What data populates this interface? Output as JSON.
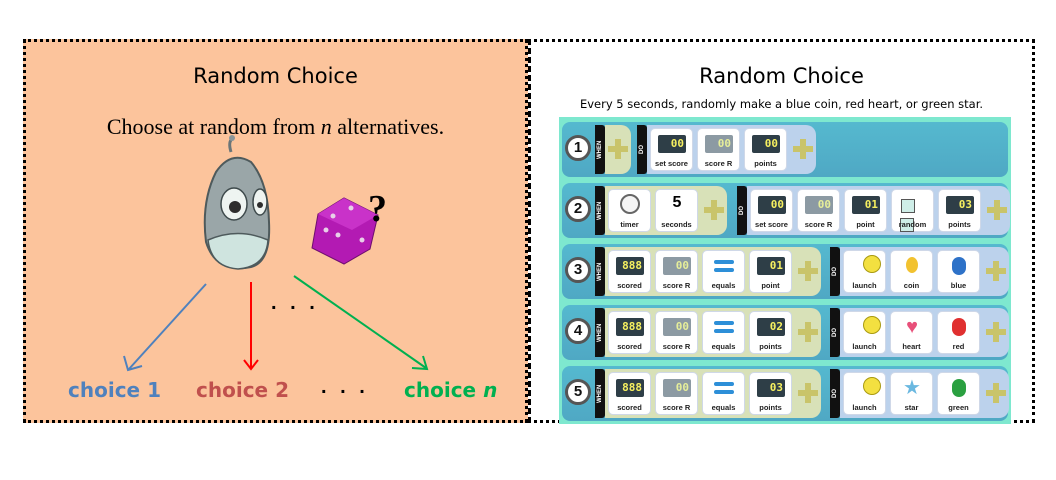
{
  "left": {
    "title": "Random Choice",
    "subtitle_pre": "Choose at random  from ",
    "subtitle_var": "n",
    "subtitle_post": " alternatives.",
    "question_mark": "?",
    "ellipsis_mid": ". . .",
    "ellipsis_bottom": ". . .",
    "choices": [
      {
        "label": "choice 1",
        "color": "#4f81bd"
      },
      {
        "label": "choice 2",
        "color": "#c0504d"
      },
      {
        "label_pre": "choice ",
        "label_var": "n",
        "color": "#00b050"
      }
    ],
    "arrow_colors": {
      "blue": "#4f81bd",
      "red": "#ff0000",
      "green": "#00b050"
    },
    "icons": [
      "robot-icon",
      "dice-icon"
    ]
  },
  "right": {
    "title": "Random Choice",
    "subtitle": "Every 5 seconds, randomly make a blue coin, red heart, or green star.",
    "when_tag": "WHEN",
    "do_tag": "DO",
    "rules": [
      {
        "num": "1",
        "when": [],
        "do": [
          {
            "label": "set score",
            "icon": "set-score-icon",
            "lcd": "00"
          },
          {
            "label": "score R",
            "icon": "score-r-icon",
            "lcd": "00"
          },
          {
            "label": "points",
            "icon": "points-icon",
            "lcd": "00"
          }
        ]
      },
      {
        "num": "2",
        "when": [
          {
            "label": "timer",
            "icon": "timer-icon"
          },
          {
            "label": "seconds",
            "icon": "seconds-icon",
            "value": "5"
          }
        ],
        "do": [
          {
            "label": "set score",
            "icon": "set-score-icon",
            "lcd": "00"
          },
          {
            "label": "score R",
            "icon": "score-r-icon",
            "lcd": "00"
          },
          {
            "label": "point",
            "icon": "points-icon",
            "lcd": "01"
          },
          {
            "label": "random",
            "icon": "dice-icon"
          },
          {
            "label": "points",
            "icon": "points-icon",
            "lcd": "03"
          }
        ]
      },
      {
        "num": "3",
        "when": [
          {
            "label": "scored",
            "icon": "scored-icon",
            "lcd": "888"
          },
          {
            "label": "score R",
            "icon": "score-r-icon",
            "lcd": "00"
          },
          {
            "label": "equals",
            "icon": "equals-icon"
          },
          {
            "label": "point",
            "icon": "points-icon",
            "lcd": "01"
          }
        ],
        "do": [
          {
            "label": "launch",
            "icon": "launch-icon"
          },
          {
            "label": "coin",
            "icon": "coin-icon"
          },
          {
            "label": "blue",
            "icon": "blue-paint-icon"
          }
        ]
      },
      {
        "num": "4",
        "when": [
          {
            "label": "scored",
            "icon": "scored-icon",
            "lcd": "888"
          },
          {
            "label": "score R",
            "icon": "score-r-icon",
            "lcd": "00"
          },
          {
            "label": "equals",
            "icon": "equals-icon"
          },
          {
            "label": "points",
            "icon": "points-icon",
            "lcd": "02"
          }
        ],
        "do": [
          {
            "label": "launch",
            "icon": "launch-icon"
          },
          {
            "label": "heart",
            "icon": "heart-icon"
          },
          {
            "label": "red",
            "icon": "red-paint-icon"
          }
        ]
      },
      {
        "num": "5",
        "when": [
          {
            "label": "scored",
            "icon": "scored-icon",
            "lcd": "888"
          },
          {
            "label": "score R",
            "icon": "score-r-icon",
            "lcd": "00"
          },
          {
            "label": "equals",
            "icon": "equals-icon"
          },
          {
            "label": "points",
            "icon": "points-icon",
            "lcd": "03"
          }
        ],
        "do": [
          {
            "label": "launch",
            "icon": "launch-icon"
          },
          {
            "label": "star",
            "icon": "star-icon"
          },
          {
            "label": "green",
            "icon": "green-paint-icon"
          }
        ]
      }
    ]
  }
}
